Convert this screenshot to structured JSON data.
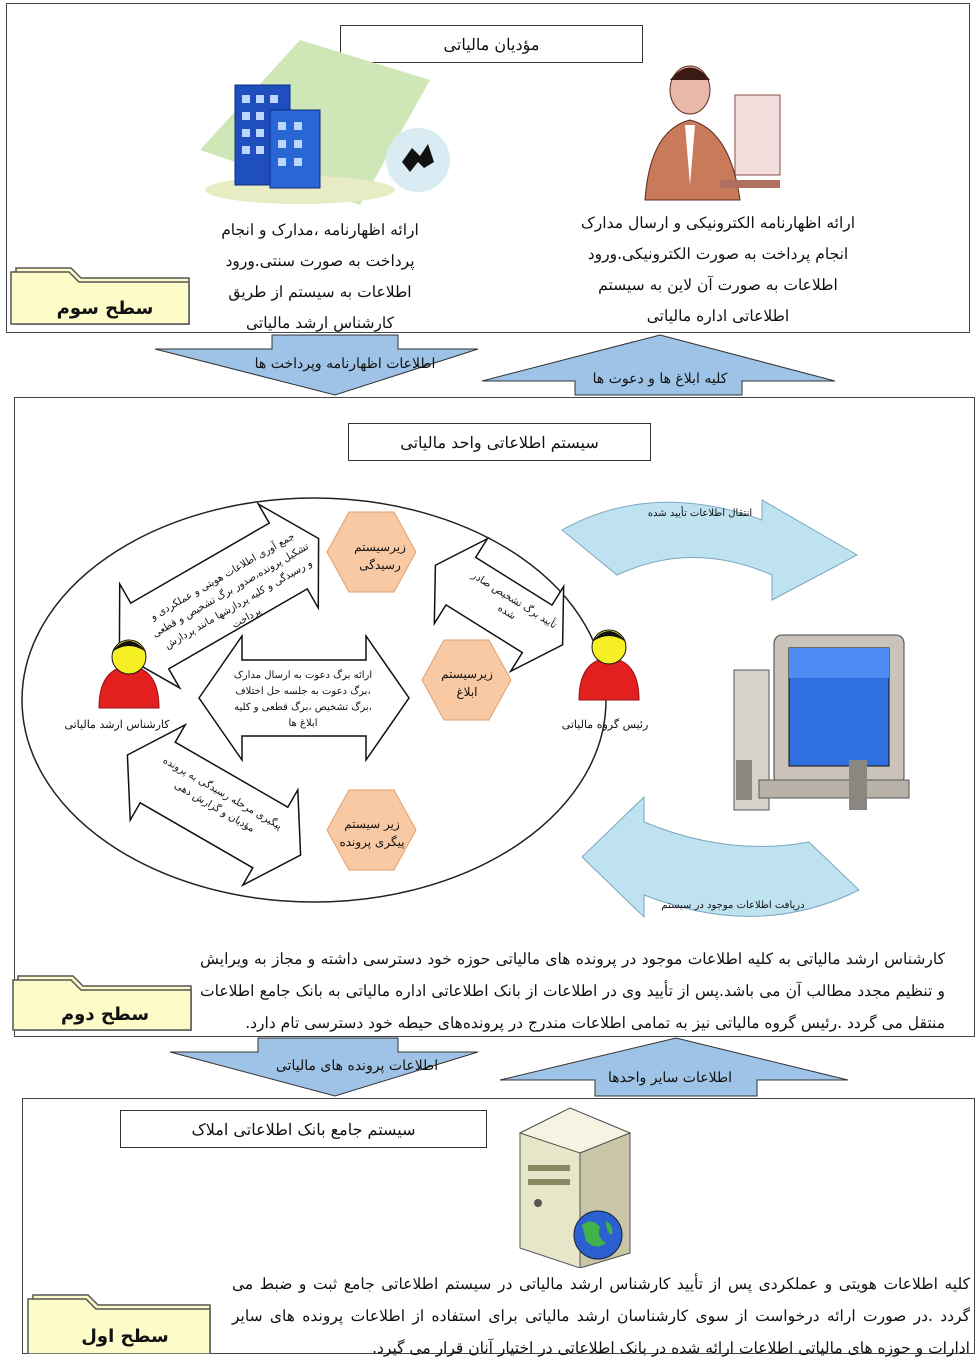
{
  "level3": {
    "title": "مؤدیان مالیاتی",
    "left_text": "ارائه اظهارنامه ،مدارک و انجام پرداخت به صورت سنتی.ورود اطلاعات به سیستم از طریق کارشناس ارشد مالیاتی",
    "right_text": "ارائه اظهارنامه الکترونیکی و ارسال مدارک انجام پرداخت به صورت الکترونیکی.ورود اطلاعات به صورت آن لاین به سیستم اطلاعاتی اداره مالیاتی",
    "level_label": "سطح سوم"
  },
  "flow_1": {
    "down_label": "اطلاعات اظهارنامه وپرداخت ها",
    "up_label": "کلیه ابلاغ ها و دعوت ها"
  },
  "level2": {
    "title": "سیستم اطلاعاتی واحد مالیاتی",
    "hex_1": "زیرسیستم رسیدگی",
    "hex_2": "زیرسیستم ابلاغ",
    "hex_3": "زیر سیستم پیگری پرونده",
    "person_left": "کارشناس ارشد مالیاتی",
    "person_right": "رئیس گروه مالیاتی",
    "arrow_top_text": "جمع آوری اطلاعات هویتی و عملکردی و تشکیل پرونده،صدور برگ تشخیص و قطعی و رسیدگی و کلیه پردازشها مانند پردازش پرداخت",
    "arrow_mid_text": "ارائه برگ دعوت به ارسال مدارک ،برگ دعوت به جلسه حل اختلاف ،برگ تشخیص ،برگ قطعی و کلیه ابلاغ ها",
    "arrow_bottom_text": "پیگیری مرحله رسیدگی به پرونده مؤدیان و گزارش دهی",
    "arrow_right_text": "تأیید برگ تشخیص صادر شده",
    "curve_top_label": "انتقال اطلاعات تأیید شده",
    "curve_bottom_label": "دریافت اطلاعات موجود در سیستم",
    "paragraph": "کارشناس ارشد مالیاتی به کلیه اطلاعات موجود در پرونده های مالیاتی حوزه خود دسترسی داشته و مجاز به ویرایش و تنظیم مجدد مطالب آن می باشد.پس از تأیید وی در اطلاعات از بانک اطلاعاتی اداره مالیاتی به بانک جامع اطلاعات منتقل می گردد .رئیس گروه مالیاتی نیز به تمامی اطلاعات مندرج در پرونده‌های حیطه خود دسترسی تام دارد.",
    "level_label": "سطح دوم"
  },
  "flow_2": {
    "down_label": "اطلاعات پرونده های مالیاتی",
    "up_label": "اطلاعات سایر واحدها"
  },
  "level1": {
    "title": "سیستم جامع بانک اطلاعاتی املاک",
    "paragraph": "کلیه اطلاعات هویتی و عملکردی پس از تأیید کارشناس ارشد مالیاتی در سیستم اطلاعاتی جامع ثبت و ضبط می گردد .در صورت ارائه درخواست از سوی کارشناسان ارشد مالیاتی برای استفاده از اطلاعات پرونده های سایر ادارات و حوزه های مالیاتی اطلاعات ارائه شده در بانک اطلاعاتی در اختیار آنان قرار می گیرد.",
    "level_label": "سطح اول"
  },
  "colors": {
    "band_arrow": "#9ec3e6",
    "curve_arrow": "#bfe2f0",
    "hexagon": "#f8c9a2",
    "folder": "#fdfcc8",
    "person_body": "#e32020",
    "person_head": "#f5ef24"
  }
}
